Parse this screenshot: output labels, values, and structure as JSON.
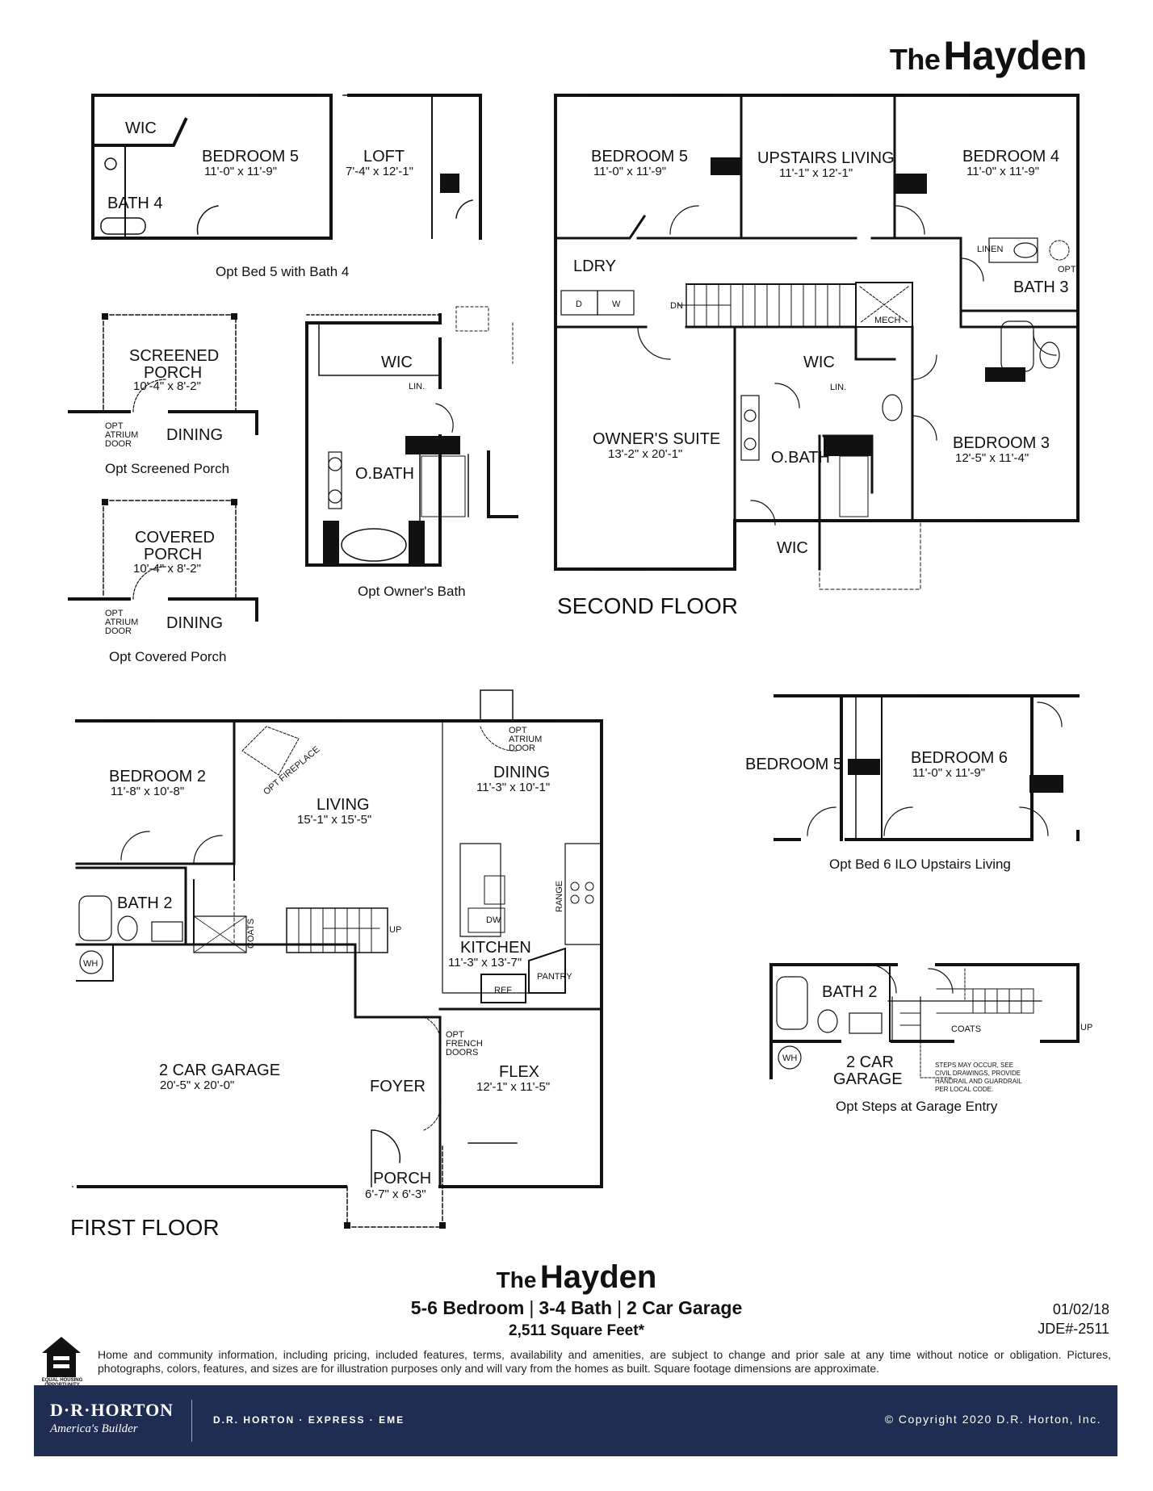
{
  "header": {
    "title_prefix": "The",
    "title_name": "Hayden"
  },
  "floors": {
    "second": "SECOND FLOOR",
    "first": "FIRST FLOOR"
  },
  "opt_bed5": {
    "wic": "WIC",
    "bedroom": "BEDROOM 5",
    "bedroom_dim": "11'-0\" x 11'-9\"",
    "loft": "LOFT",
    "loft_dim": "7'-4\" x 12'-1\"",
    "bath": "BATH 4",
    "caption": "Opt Bed 5 with Bath 4"
  },
  "screened_porch": {
    "name_1": "SCREENED",
    "name_2": "PORCH",
    "dim": "10'-4\" x 8'-2\"",
    "door_1": "OPT",
    "door_2": "ATRIUM",
    "door_3": "DOOR",
    "dining": "DINING",
    "caption": "Opt Screened Porch"
  },
  "covered_porch": {
    "name_1": "COVERED",
    "name_2": "PORCH",
    "dim": "10'-4\" x 8'-2\"",
    "door_1": "OPT",
    "door_2": "ATRIUM",
    "door_3": "DOOR",
    "dining": "DINING",
    "caption": "Opt Covered Porch"
  },
  "opt_owners_bath": {
    "wic": "WIC",
    "lin": "LIN.",
    "obath": "O.BATH",
    "caption": "Opt Owner's Bath"
  },
  "second_floor": {
    "bedroom5": "BEDROOM 5",
    "bedroom5_dim": "11'-0\" x 11'-9\"",
    "upstairs_living": "UPSTAIRS LIVING",
    "upstairs_living_dim": "11'-1\" x 12'-1\"",
    "bedroom4": "BEDROOM 4",
    "bedroom4_dim": "11'-0\" x 11'-9\"",
    "ldry": "LDRY",
    "dryer": "D",
    "washer": "W",
    "dn": "DN",
    "mech": "MECH",
    "linen": "LINEN",
    "opt": "OPT",
    "bath3": "BATH 3",
    "wic": "WIC",
    "lin": "LIN.",
    "owners_suite": "OWNER'S SUITE",
    "owners_suite_dim": "13'-2\" x 20'-1\"",
    "obath": "O.BATH",
    "bedroom3": "BEDROOM 3",
    "bedroom3_dim": "12'-5\" x 11'-4\"",
    "wic2": "WIC"
  },
  "opt_bed6": {
    "bedroom5": "BEDROOM 5",
    "bedroom6": "BEDROOM 6",
    "bedroom6_dim": "11'-0\" x 11'-9\"",
    "caption": "Opt Bed 6 ILO Upstairs Living"
  },
  "first_floor": {
    "bedroom2": "BEDROOM 2",
    "bedroom2_dim": "11'-8\" x 10'-8\"",
    "fireplace": "OPT FIREPLACE",
    "living": "LIVING",
    "living_dim": "15'-1\" x 15'-5\"",
    "atrium_1": "OPT",
    "atrium_2": "ATRIUM",
    "atrium_3": "DOOR",
    "dining": "DINING",
    "dining_dim": "11'-3\" x 10'-1\"",
    "range": "RANGE",
    "dw": "DW",
    "bath2": "BATH 2",
    "coats": "COATS",
    "up": "UP",
    "kitchen": "KITCHEN",
    "kitchen_dim": "11'-3\" x 13'-7\"",
    "wh": "WH",
    "ref": "REF",
    "pantry": "PANTRY",
    "garage": "2 CAR GARAGE",
    "garage_dim": "20'-5\" x 20'-0\"",
    "foyer": "FOYER",
    "french_1": "OPT",
    "french_2": "FRENCH",
    "french_3": "DOORS",
    "flex": "FLEX",
    "flex_dim": "12'-1\" x 11'-5\"",
    "porch": "PORCH",
    "porch_dim": "6'-7\" x 6'-3\""
  },
  "opt_steps": {
    "bath2": "BATH 2",
    "coats": "COATS",
    "up": "UP",
    "wh": "WH",
    "garage_1": "2 CAR",
    "garage_2": "GARAGE",
    "note_1": "STEPS MAY OCCUR, SEE",
    "note_2": "CIVIL DRAWINGS, PROVIDE",
    "note_3": "HANDRAIL AND GUARDRAIL",
    "note_4": "PER LOCAL CODE.",
    "caption": "Opt Steps at Garage Entry"
  },
  "footer": {
    "title_prefix": "The",
    "title_name": "Hayden",
    "bedrooms": "5-6 Bedroom",
    "baths": "3-4 Bath",
    "garage": "2 Car Garage",
    "separator": "|",
    "sqft": "2,511 Square Feet*",
    "date": "01/02/18",
    "jde": "JDE#-2511",
    "disclaimer": "Home and community information, including pricing, included features, terms, availability and amenities, are subject to change and prior sale at any time without notice or obligation. Pictures, photographs, colors, features, and sizes are for illustration purposes only and will vary from the homes as built. Square footage dimensions are approximate.",
    "eho": "EQUAL HOUSING OPPORTUNITY",
    "brand": "D·R·HORTON",
    "brand_tag": "America's Builder",
    "brands_line": "D.R. HORTON · EXPRESS · EME",
    "copyright": "© Copyright 2020 D.R. Horton, Inc."
  },
  "colors": {
    "band": "#1f2d52",
    "wall": "#111111"
  }
}
